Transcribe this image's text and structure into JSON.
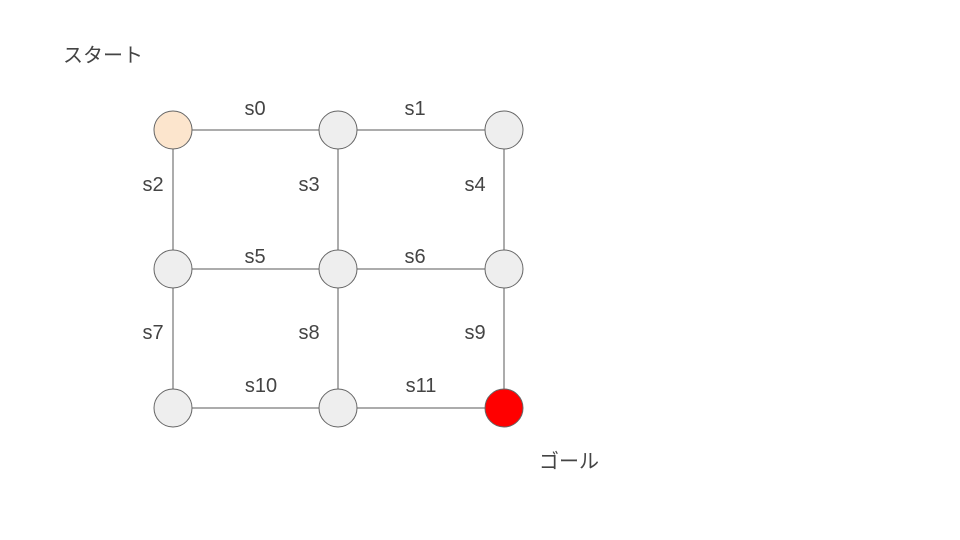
{
  "labels": {
    "start": "スタート",
    "goal": "ゴール"
  },
  "colors": {
    "start_node": "#fce5cd",
    "goal_node": "#ff0000",
    "default_node": "#eeeeee"
  },
  "edges": [
    {
      "label": "s0"
    },
    {
      "label": "s1"
    },
    {
      "label": "s2"
    },
    {
      "label": "s3"
    },
    {
      "label": "s4"
    },
    {
      "label": "s5"
    },
    {
      "label": "s6"
    },
    {
      "label": "s7"
    },
    {
      "label": "s8"
    },
    {
      "label": "s9"
    },
    {
      "label": "s10"
    },
    {
      "label": "s11"
    }
  ]
}
